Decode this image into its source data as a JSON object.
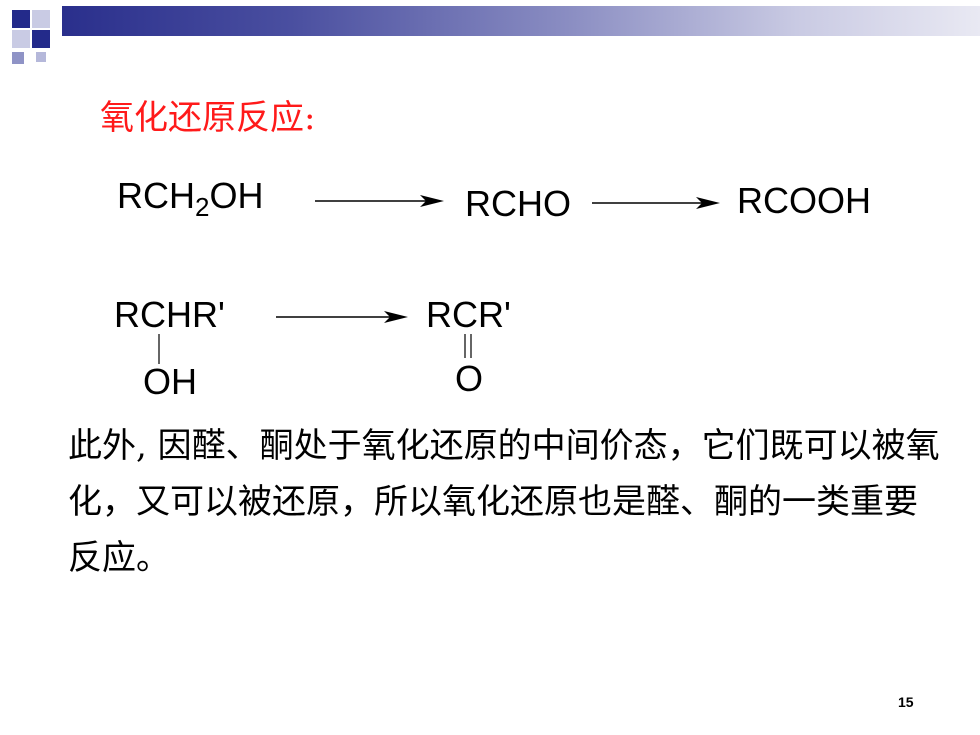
{
  "title": "氧化还原反应:",
  "reaction1": {
    "reactant_pre": "RCH",
    "reactant_sub": "2",
    "reactant_post": "OH",
    "intermediate": "RCHO",
    "product": "RCOOH"
  },
  "reaction2": {
    "reactant": "RCHR'",
    "reactant_substituent": "OH",
    "product": "RCR'",
    "product_substituent": "O"
  },
  "body_text": "此外, 因醛、酮处于氧化还原的中间价态，它们既可以被氧化，又可以被还原，所以氧化还原也是醛、酮的一类重要反应。",
  "page_number": "15",
  "colors": {
    "title": "#ff1a1a",
    "accent_dark": "#232a8a"
  }
}
